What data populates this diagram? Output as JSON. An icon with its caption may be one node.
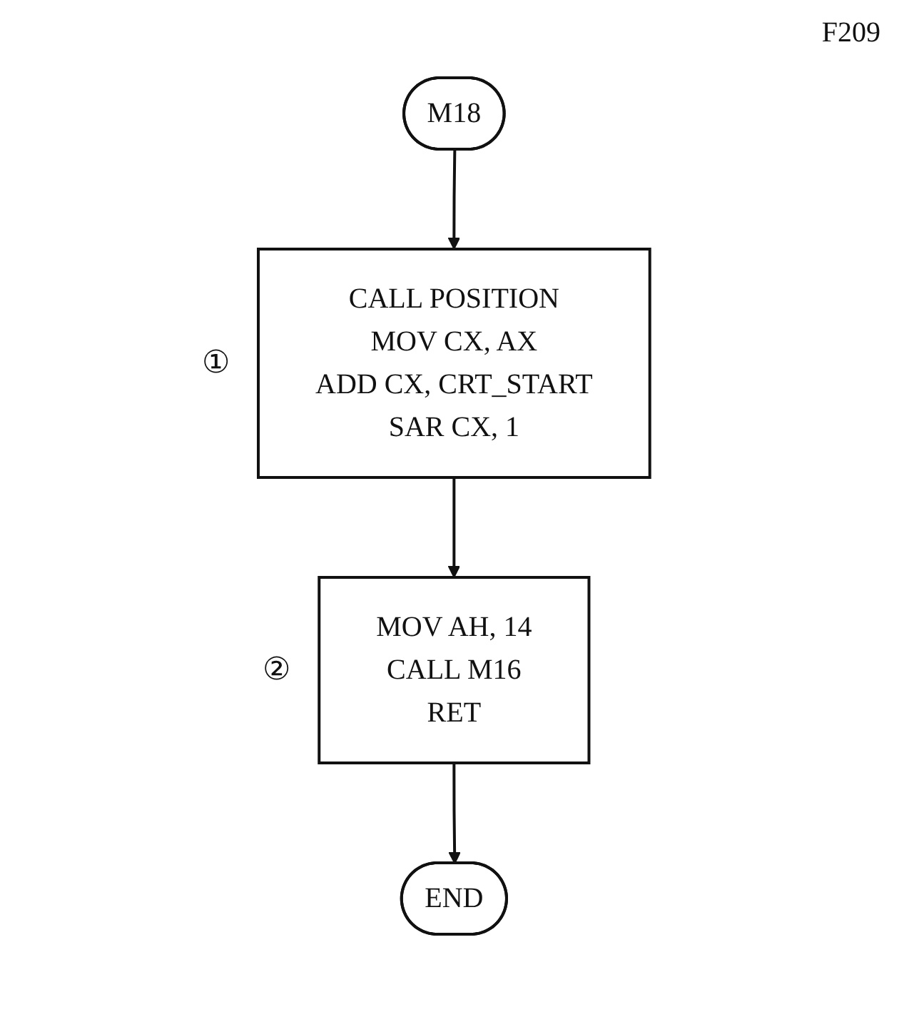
{
  "diagram": {
    "nodes": [
      {
        "text": [
          "M18"
        ]
      },
      {
        "text": [
          "CALL POSITION",
          "MOV CX, AX",
          "ADD CX, CRT_START",
          "SAR CX, 1"
        ],
        "beside": [
          "①"
        ]
      },
      {
        "text": [
          "MOV AH, 14",
          "CALL M16",
          "RET"
        ],
        "beside": [
          "②"
        ]
      },
      {
        "text": [
          "END"
        ]
      }
    ],
    "edges": [
      {
        "from": 0,
        "to": 1,
        "arrow": "to"
      },
      {
        "from": 1,
        "to": 2,
        "arrow": "to"
      },
      {
        "from": 2,
        "to": 3,
        "arrow": "to"
      }
    ],
    "labels": [
      "F209"
    ]
  }
}
